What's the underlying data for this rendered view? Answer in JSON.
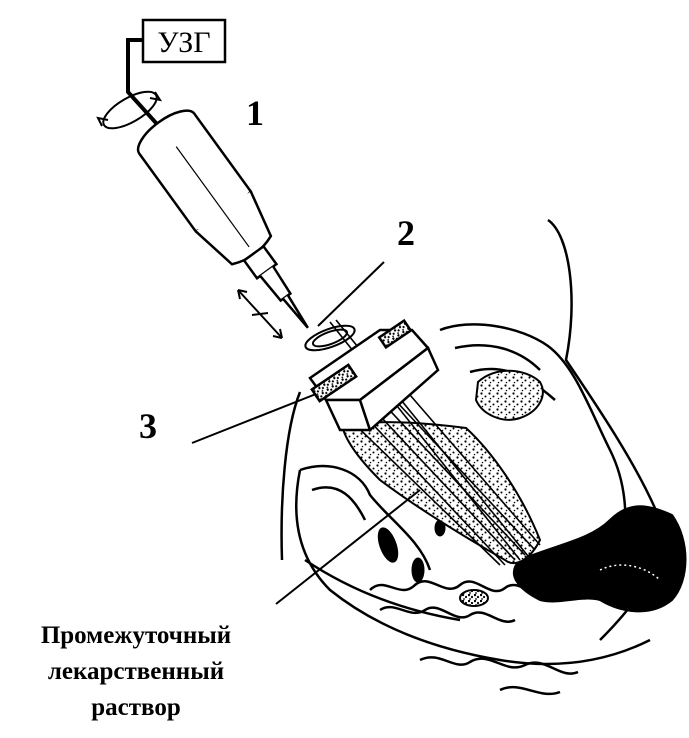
{
  "device_box": {
    "label": "УЗГ"
  },
  "callouts": {
    "one": "1",
    "two": "2",
    "three": "3"
  },
  "caption": {
    "line1": "Промежуточный",
    "line2": "лекарственный",
    "line3": "раствор"
  }
}
